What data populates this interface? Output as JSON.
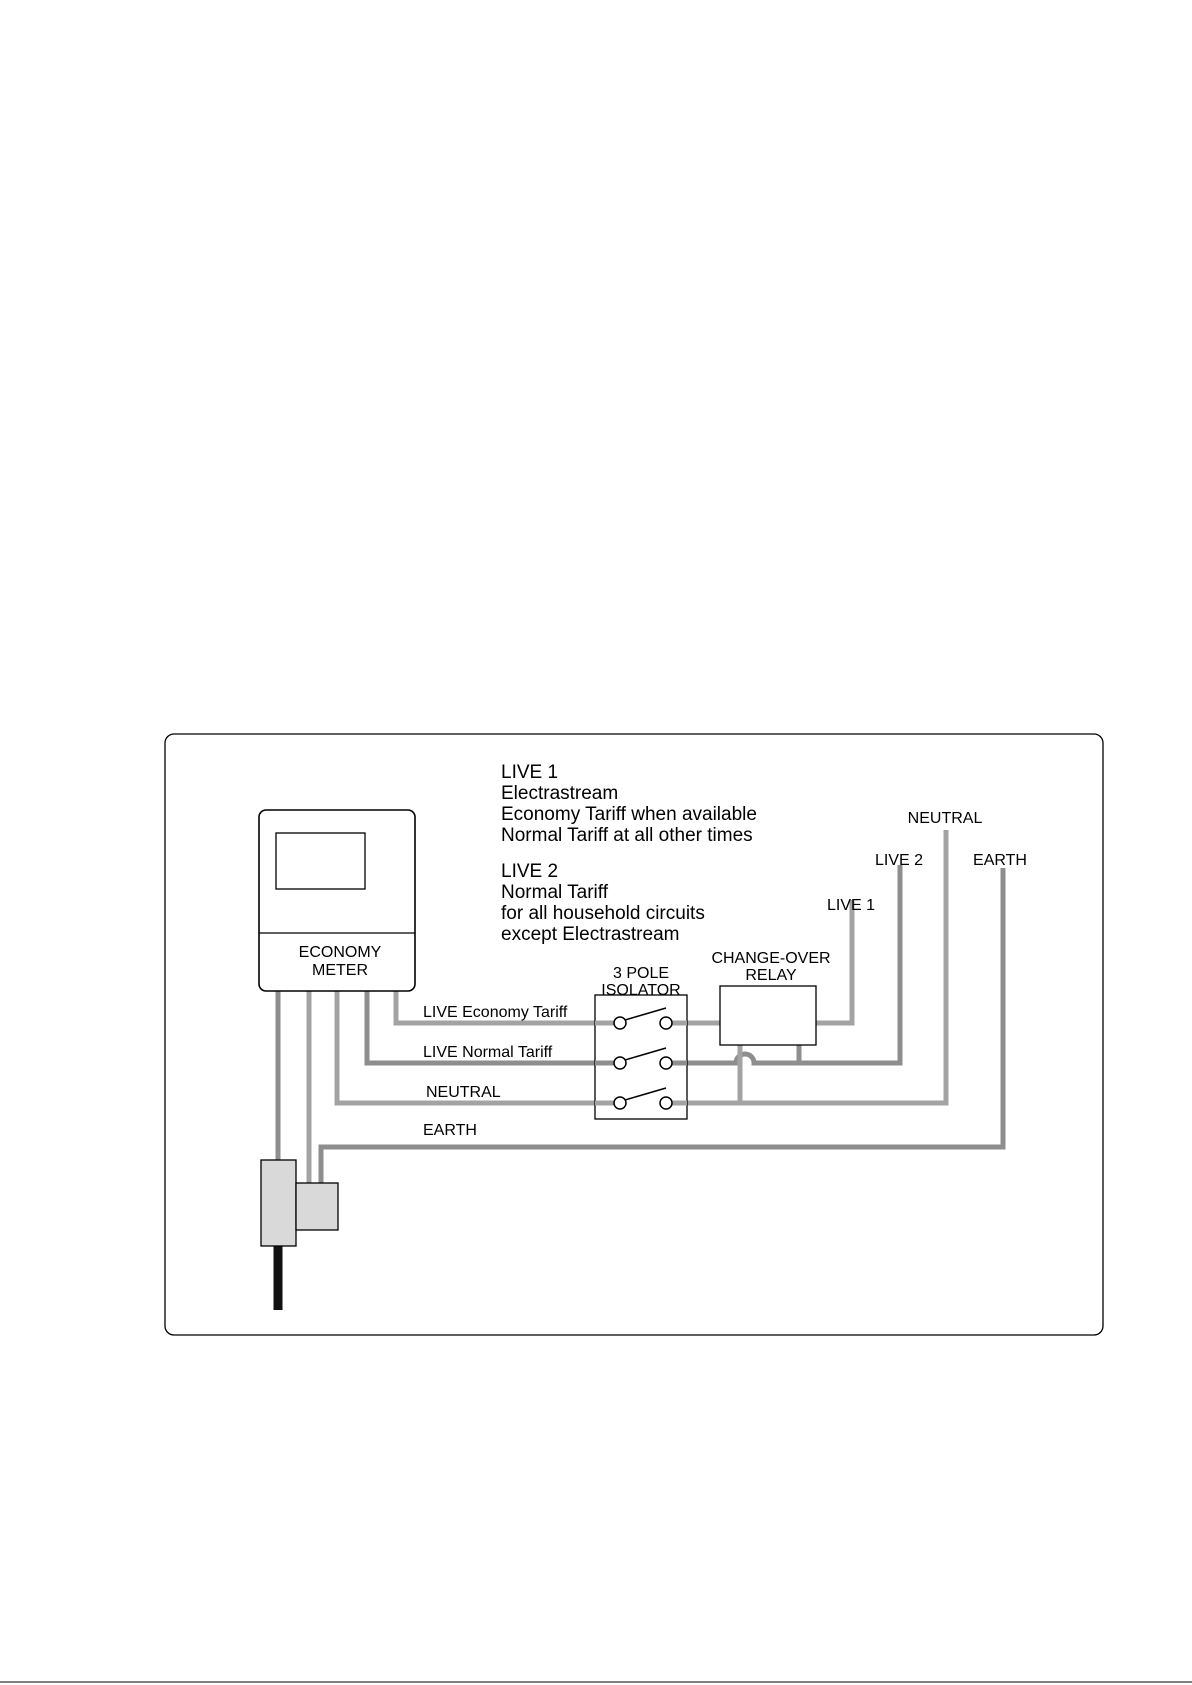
{
  "diagram": {
    "info": {
      "live1": {
        "title": "LIVE 1",
        "lines": [
          "Electrastream",
          "Economy Tariff when available",
          "Normal Tariff at all other times"
        ]
      },
      "live2": {
        "title": "LIVE 2",
        "lines": [
          "Normal Tariff",
          "for all household circuits",
          "except Electrastream"
        ]
      }
    },
    "meter": {
      "label_line1": "ECONOMY",
      "label_line2": "METER"
    },
    "isolator": {
      "label_line1": "3 POLE",
      "label_line2": "ISOLATOR"
    },
    "relay": {
      "label_line1": "CHANGE-OVER",
      "label_line2": "RELAY"
    },
    "wire_labels": {
      "live_economy": "LIVE Economy Tariff",
      "live_normal": "LIVE Normal Tariff",
      "neutral": "NEUTRAL",
      "earth": "EARTH"
    },
    "output_labels": {
      "neutral": "NEUTRAL",
      "live2": "LIVE 2",
      "earth": "EARTH",
      "live1": "LIVE 1"
    }
  },
  "colors": {
    "wire_light": "#a3a3a3",
    "wire_dark": "#8e8e8e",
    "component_fill": "#d9d9d9",
    "supply_cable": "#111111"
  }
}
